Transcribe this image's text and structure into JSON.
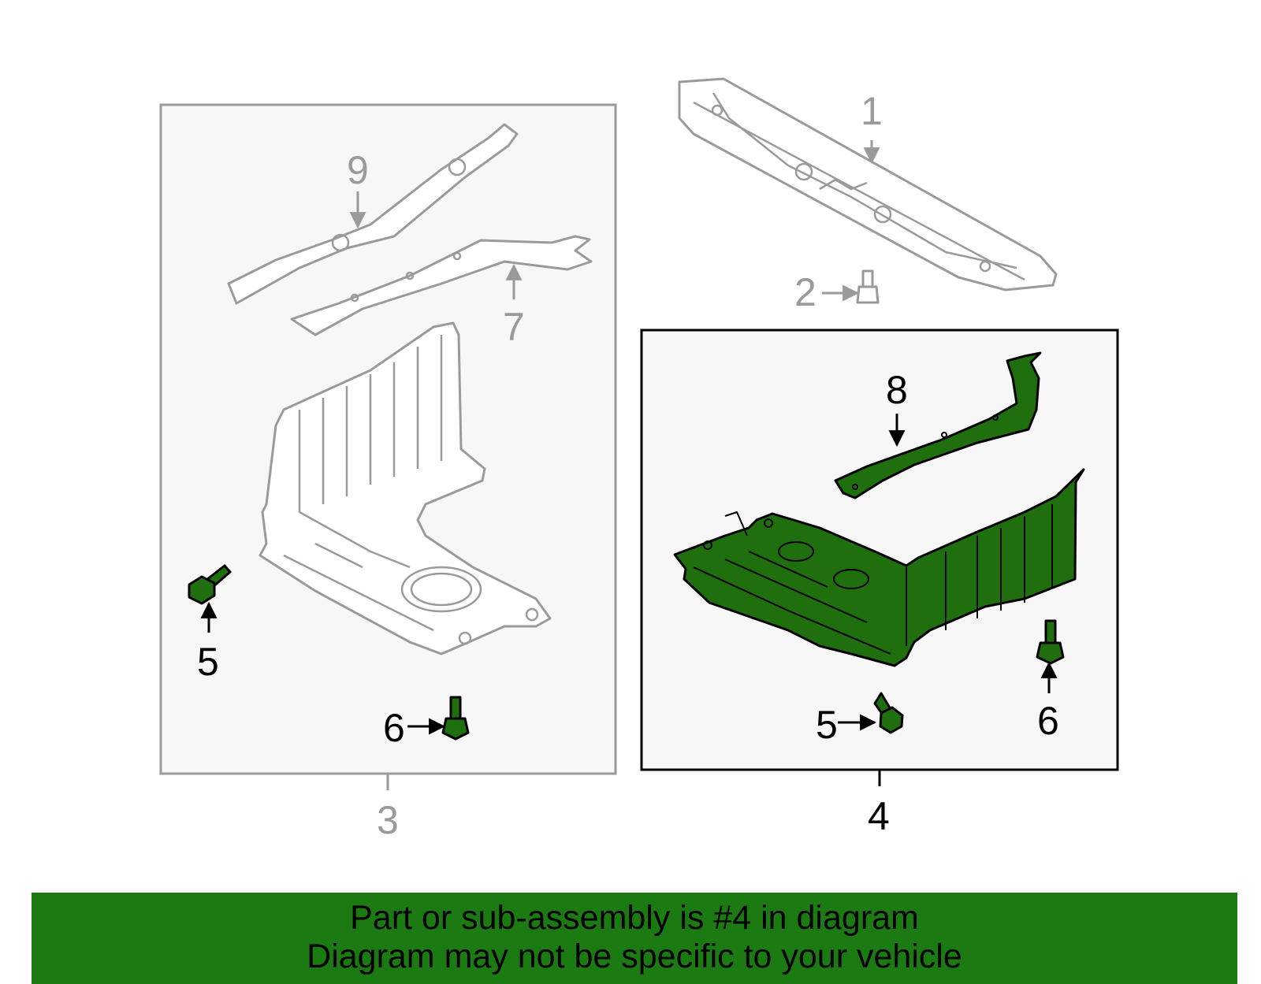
{
  "callouts": {
    "c1": "1",
    "c2": "2",
    "c3": "3",
    "c4": "4",
    "c5a": "5",
    "c5b": "5",
    "c6a": "6",
    "c6b": "6",
    "c7": "7",
    "c8": "8",
    "c9": "9"
  },
  "banner": {
    "line1": "Part or sub-assembly is #4 in diagram",
    "line2": "Diagram may not be specific to your vehicle"
  },
  "colors": {
    "highlight_part": "#1f6f0f",
    "banner_bg": "#1c7a12",
    "gray": "#9a9a9a"
  }
}
